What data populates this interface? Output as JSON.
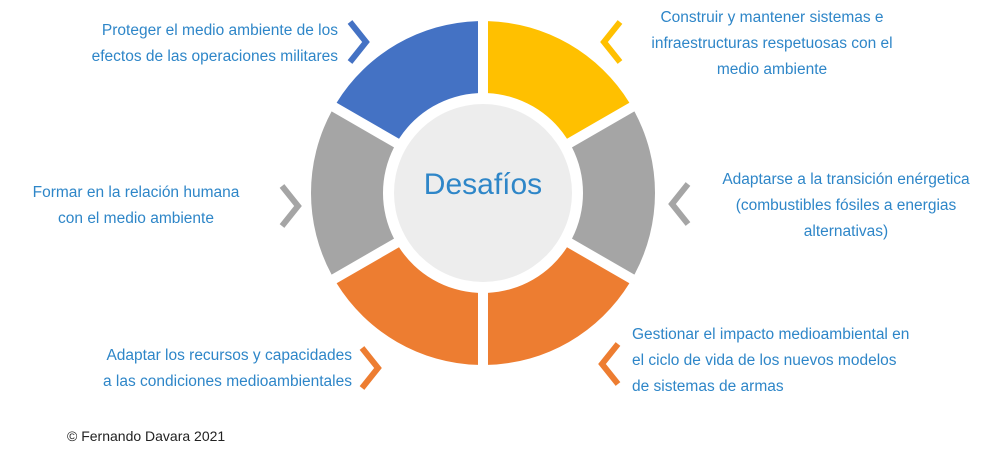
{
  "center_label": "Desafíos",
  "copyright": "© Fernando Davara 2021",
  "colors": {
    "blue": "#4472C4",
    "yellow": "#FFC000",
    "gray": "#A5A5A5",
    "orange": "#ED7D31",
    "text": "#2E86C8",
    "center": "#EDEDED"
  },
  "items": [
    {
      "lines": [
        "Proteger el medio ambiente de los",
        "efectos de las operaciones militares"
      ],
      "color": "blue"
    },
    {
      "lines": [
        "Construir y mantener sistemas e",
        "infraestructuras respetuosas con el",
        "medio ambiente"
      ],
      "color": "yellow"
    },
    {
      "lines": [
        "Adaptarse a la transición enérgetica",
        "(combustibles fósiles a energias",
        "alternativas)"
      ],
      "color": "gray"
    },
    {
      "lines": [
        "Gestionar el impacto medioambiental en",
        "el ciclo de vida de los nuevos modelos",
        "de sistemas de armas"
      ],
      "color": "orange"
    },
    {
      "lines": [
        "Adaptar los recursos y capacidades",
        "a las condiciones medioambientales"
      ],
      "color": "orange"
    },
    {
      "lines": [
        "Formar en la relación humana",
        "con el medio ambiente"
      ],
      "color": "gray"
    }
  ]
}
